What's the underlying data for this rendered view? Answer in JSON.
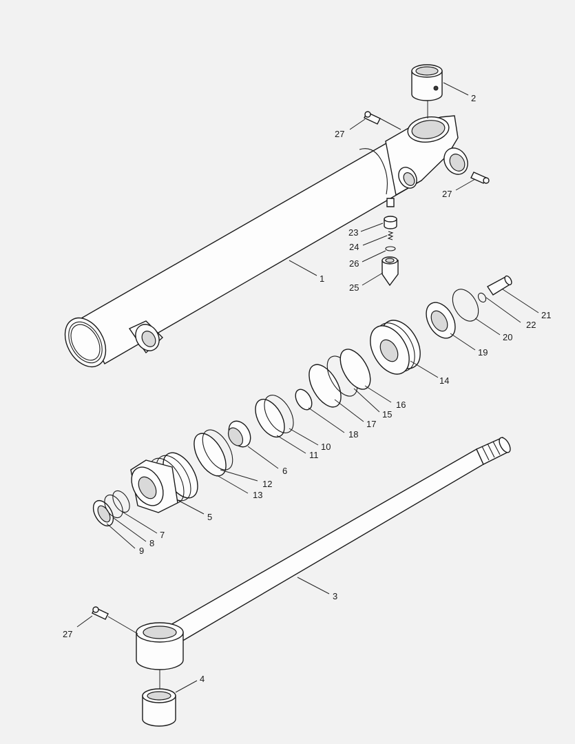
{
  "diagram": {
    "colors": {
      "background": "#f2f2f2",
      "line": "#1a1a1a",
      "shade": "#d9d9d9"
    },
    "callouts": {
      "c1": "1",
      "c2": "2",
      "c3": "3",
      "c4": "4",
      "c5": "5",
      "c6": "6",
      "c7": "7",
      "c8": "8",
      "c9": "9",
      "c10": "10",
      "c11": "11",
      "c12": "12",
      "c13": "13",
      "c14": "14",
      "c15": "15",
      "c16": "16",
      "c17": "17",
      "c18": "18",
      "c19": "19",
      "c20": "20",
      "c21": "21",
      "c22": "22",
      "c23": "23",
      "c24": "24",
      "c25": "25",
      "c26": "26",
      "c27a": "27",
      "c27b": "27",
      "c27c": "27"
    }
  }
}
